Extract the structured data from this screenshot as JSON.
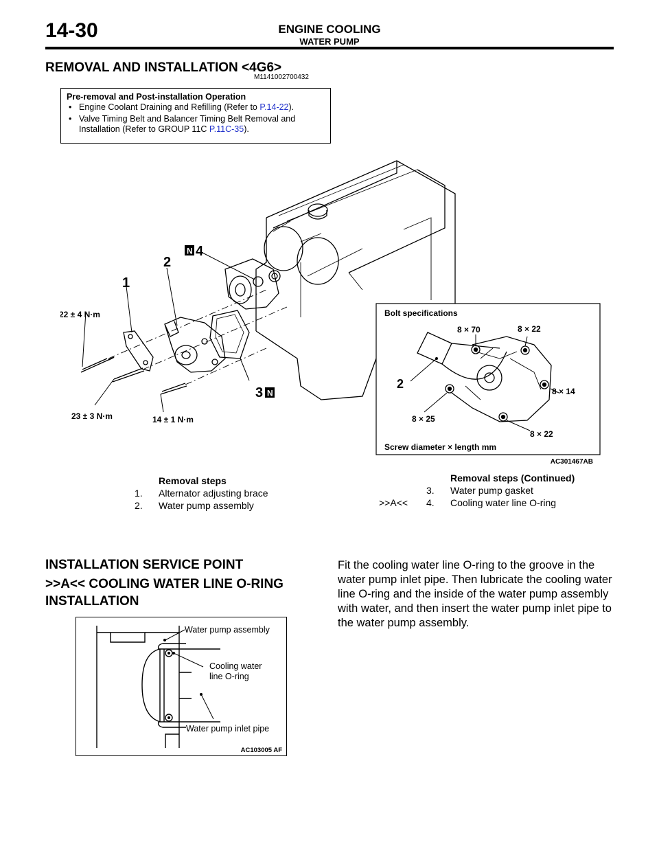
{
  "header": {
    "page_number": "14-30",
    "section": "ENGINE COOLING",
    "subsection": "WATER PUMP"
  },
  "title": "REMOVAL AND INSTALLATION <4G6>",
  "doc_code": "M1141002700432",
  "pre_box": {
    "heading": "Pre-removal and Post-installation Operation",
    "item1_text": "Engine Coolant Draining and Refilling (Refer to ",
    "item1_link": "P.14-22",
    "item1_end": ").",
    "item2_text": "Valve Timing Belt and Balancer Timing Belt Removal and Installation (Refer to GROUP 11C ",
    "item2_link": "P.11C-35",
    "item2_end": ")."
  },
  "figure": {
    "callouts": {
      "c1": "1",
      "c2": "2",
      "c3": "3",
      "c4": "4",
      "n_mark": "N"
    },
    "torques": {
      "t1": "22 ± 4 N·m",
      "t2": "23 ± 3 N·m",
      "t3": "14 ± 1 N·m"
    },
    "bolt_box": {
      "title": "Bolt specifications",
      "b1": "8 × 70",
      "b2": "8 × 22",
      "b3": "8 × 14",
      "b4": "8 × 25",
      "b5": "8 × 22",
      "part": "2",
      "footer": "Screw diameter × length mm"
    },
    "figure_code": "AC301467AB"
  },
  "removal": {
    "heading": "Removal steps",
    "steps": [
      {
        "num": "1.",
        "text": "Alternator adjusting brace"
      },
      {
        "num": "2.",
        "text": "Water pump assembly"
      }
    ],
    "heading2": "Removal steps (Continued)",
    "steps2": [
      {
        "mark": "",
        "num": "3.",
        "text": "Water pump gasket"
      },
      {
        "mark": ">>A<<",
        "num": "4.",
        "text": "Cooling water line O-ring"
      }
    ]
  },
  "service": {
    "heading": "INSTALLATION SERVICE POINT",
    "sub_heading_line1": ">>A<< COOLING WATER LINE O-RING",
    "sub_heading_line2": "INSTALLATION",
    "paragraph": "Fit the cooling water line O-ring to the groove in the water pump inlet pipe. Then lubricate the cooling water line O-ring and the inside of the water pump assembly with water, and then insert the water pump inlet pipe to the water pump assembly."
  },
  "figure2": {
    "label1": "Water pump assembly",
    "label2_line1": "Cooling water",
    "label2_line2": "line O-ring",
    "label3": "Water pump inlet pipe",
    "code": "AC103005 AF"
  }
}
